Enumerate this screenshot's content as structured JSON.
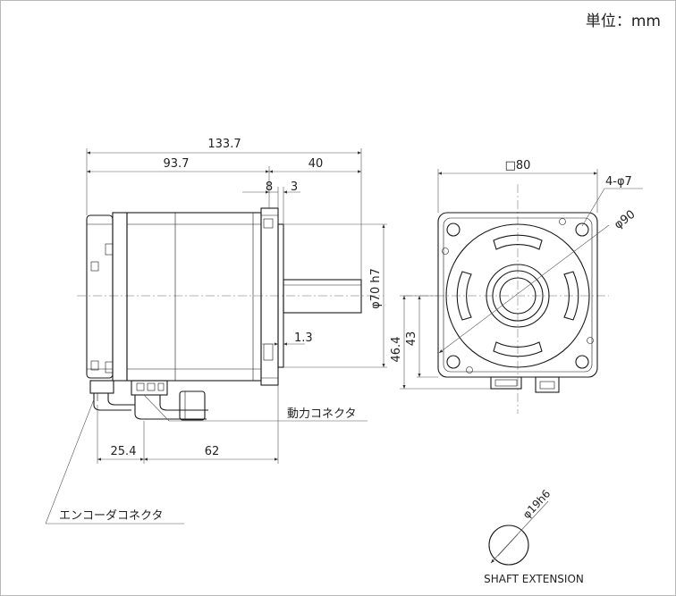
{
  "unit_label": "単位：mm",
  "dimensions": {
    "overall_length": "133.7",
    "body_length": "93.7",
    "shaft_length": "40",
    "flange_thickness": "8",
    "pilot_length": "3",
    "pilot_step": "1.3",
    "pilot_diameter": "φ70 h7",
    "encoder_offset": "25.4",
    "power_connector_offset": "62",
    "square_size": "□80",
    "mount_holes": "4-φ7",
    "bolt_circle": "φ90",
    "height_46": "46.4",
    "height_43": "43",
    "shaft_diameter": "φ19h6"
  },
  "labels": {
    "power_connector": "動力コネクタ",
    "encoder_connector": "エンコーダコネクタ",
    "shaft_extension": "SHAFT EXTENSION"
  }
}
